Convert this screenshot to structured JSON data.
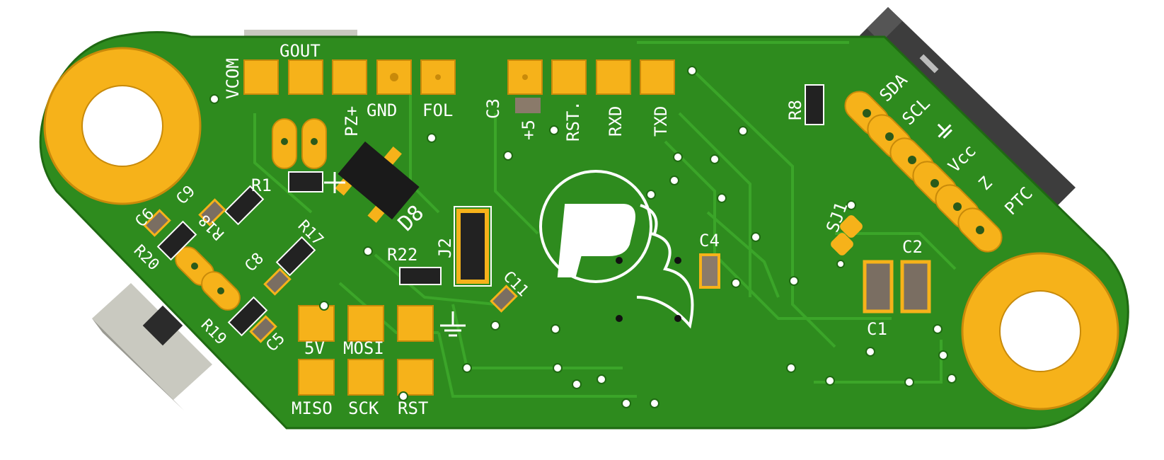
{
  "board": {
    "colors": {
      "soldermask": "#2e8b1e",
      "soldermask_dark": "#237516",
      "trace": "#3aa52a",
      "pad": "#f6b21a",
      "pad_edge": "#c88a0a",
      "silkscreen": "#ffffff",
      "connector_body": "#3a3a3a",
      "connector_metal": "#c9c9c0"
    },
    "labels": {
      "vcom": "VCOM",
      "gout": "GOUT",
      "pz": "PZ+",
      "gnd": "GND",
      "fol": "FOL",
      "c3": "C3",
      "plus5": "+5",
      "rst_top": "RST.",
      "rxd": "RXD",
      "txd": "TXD",
      "r8": "R8",
      "sda": "SDA",
      "scl": "SCL",
      "vcc": "Vcc",
      "z": "Z",
      "ptc": "PTC",
      "sj1": "SJ1",
      "c2": "C2",
      "c1": "C1",
      "c4": "C4",
      "r1": "R1",
      "d8": "D8",
      "c9": "C9",
      "r18": "R18",
      "c6": "C6",
      "r20": "R20",
      "r17": "R17",
      "c8": "C8",
      "r22": "R22",
      "j2": "J2",
      "c11": "C11",
      "r19": "R19",
      "c5": "C5",
      "v5": "5V",
      "mosi": "MOSI",
      "miso": "MISO",
      "sck": "SCK",
      "rst_bottom": "RST"
    },
    "icons": {
      "ground": "ground-symbol-icon",
      "logo": "flame-p-logo-icon"
    }
  }
}
